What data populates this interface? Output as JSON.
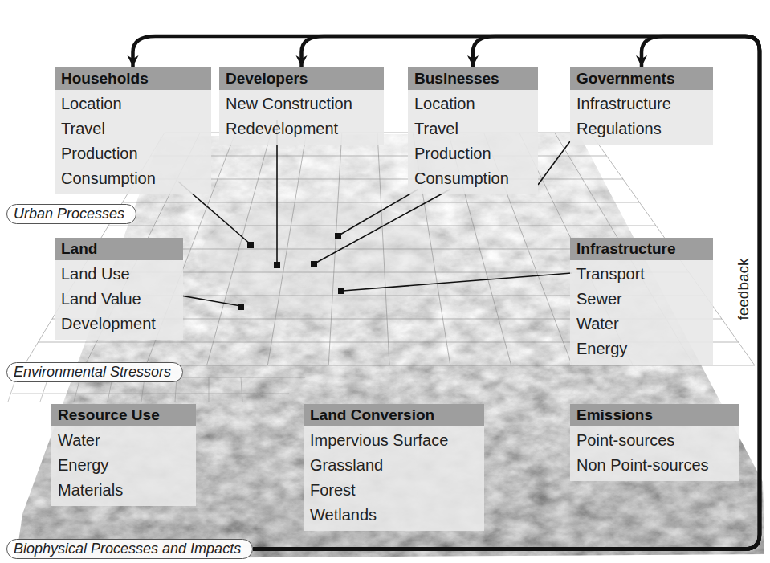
{
  "diagram": {
    "nodes": [
      {
        "text": [
          "Households",
          "Location",
          "Travel",
          "Production",
          "Consumption"
        ]
      },
      {
        "text": [
          "Developers",
          "New Construction",
          "Redevelopment"
        ]
      },
      {
        "text": [
          "Businesses",
          "Location",
          "Travel",
          "Production",
          "Consumption"
        ]
      },
      {
        "text": [
          "Governments",
          "Infrastructure",
          "Regulations"
        ]
      },
      {
        "text": [
          "Urban Processes"
        ]
      },
      {
        "text": [
          "Land",
          "Land Use",
          "Land Value",
          "Development"
        ]
      },
      {
        "text": [
          "Infrastructure",
          "Transport",
          "Sewer",
          "Water",
          "Energy"
        ]
      },
      {
        "text": [
          "Environmental Stressors"
        ]
      },
      {
        "text": [
          "Resource Use",
          "Water",
          "Energy",
          "Materials"
        ]
      },
      {
        "text": [
          "Land Conversion",
          "Impervious Surface",
          "Grassland",
          "Forest",
          "Wetlands"
        ]
      },
      {
        "text": [
          "Emissions",
          "Point-sources",
          "Non Point-sources"
        ]
      },
      {
        "text": [
          "Biophysical Processes and Impacts"
        ]
      }
    ],
    "edges": [
      {
        "from": 11,
        "to": 0,
        "arrow": "to",
        "label": "feedback"
      },
      {
        "from": 11,
        "to": 1,
        "arrow": "to"
      },
      {
        "from": 11,
        "to": 2,
        "arrow": "to"
      },
      {
        "from": 11,
        "to": 3,
        "arrow": "to"
      },
      {
        "from": 3,
        "to": 2,
        "arrow": "none"
      }
    ]
  }
}
